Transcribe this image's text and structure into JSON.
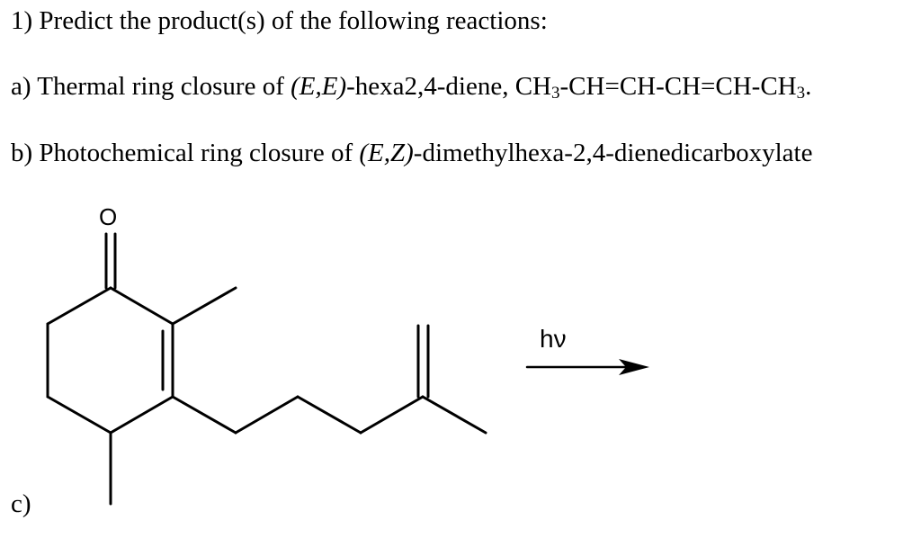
{
  "question": {
    "title": "1) Predict the product(s) of the following reactions:",
    "part_a": {
      "label": "a) Thermal ring closure of ",
      "stereo": "(E,E)",
      "name": "-hexa2,4-diene, ",
      "formula_1": "CH",
      "sub_1": "3",
      "formula_2": "-CH=CH-CH=CH-CH",
      "sub_2": "3",
      "end": "."
    },
    "part_b": {
      "label": "b) Photochemical ring closure of ",
      "stereo": "(E,Z)",
      "name": "-dimethylhexa-2,4-dienedicarboxylate"
    },
    "part_c": {
      "label": "c)",
      "carbonyl_atom": "O",
      "reagent": "hν"
    }
  }
}
